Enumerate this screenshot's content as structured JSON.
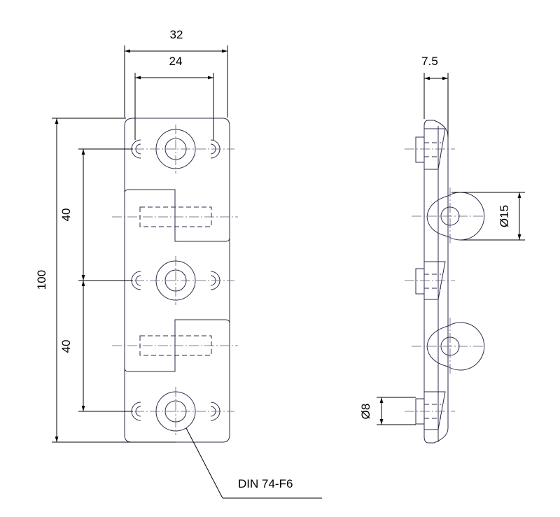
{
  "dimensions": {
    "width_overall": "32",
    "width_holes": "24",
    "height_overall": "100",
    "pitch_top": "40",
    "pitch_bottom": "40",
    "thickness": "7.5",
    "knuckle_diameter": "Ø15",
    "pin_diameter": "Ø8"
  },
  "callout": {
    "label": "DIN 74-F6"
  },
  "colors": {
    "outline": "#2b2b4a",
    "dimension": "#000000"
  }
}
